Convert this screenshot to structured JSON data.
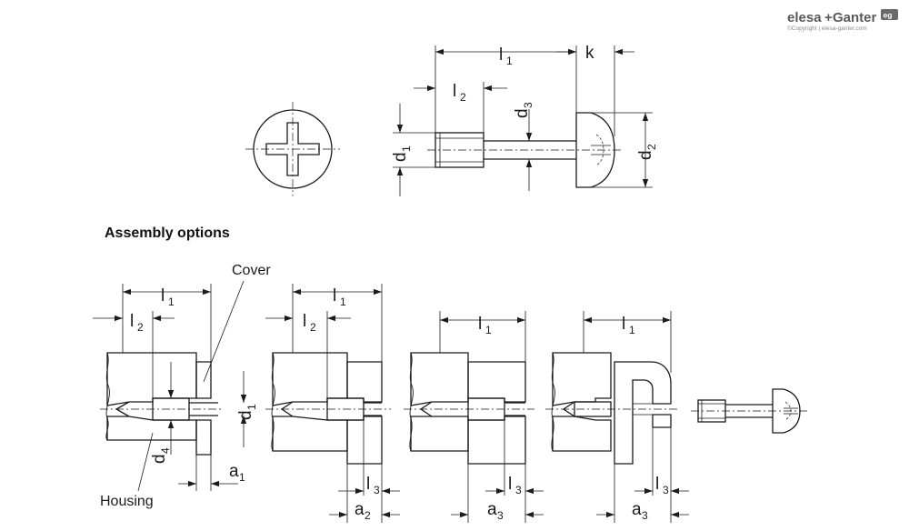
{
  "logo": {
    "brand_left": "elesa",
    "brand_plus": "+",
    "brand_right": "Ganter",
    "copyright": "©Copyright | elesa-ganter.com",
    "badge_icon": "eg-badge-icon"
  },
  "top_dims": {
    "l1": "l",
    "l1_sub": "1",
    "k": "k",
    "l2": "l",
    "l2_sub": "2",
    "d3": "d",
    "d3_sub": "3",
    "d1": "d",
    "d1_sub": "1",
    "d2": "d",
    "d2_sub": "2"
  },
  "section_title": "Assembly options",
  "option1": {
    "cover": "Cover",
    "housing": "Housing",
    "l1": "l",
    "l1_sub": "1",
    "l2": "l",
    "l2_sub": "2",
    "d1": "d",
    "d1_sub": "1",
    "d4": "d",
    "d4_sub": "4",
    "a1": "a",
    "a1_sub": "1"
  },
  "option2": {
    "l1": "l",
    "l1_sub": "1",
    "l2": "l",
    "l2_sub": "2",
    "l3": "l",
    "l3_sub": "3",
    "a2": "a",
    "a2_sub": "2"
  },
  "option3": {
    "l1": "l",
    "l1_sub": "1",
    "l3": "l",
    "l3_sub": "3",
    "a3": "a",
    "a3_sub": "3"
  },
  "option4": {
    "l1": "l",
    "l1_sub": "1",
    "l3": "l",
    "l3_sub": "3",
    "a3": "a",
    "a3_sub": "3"
  },
  "colors": {
    "ink": "#1a1a1a",
    "logo_gray": "#5a5a5a"
  }
}
